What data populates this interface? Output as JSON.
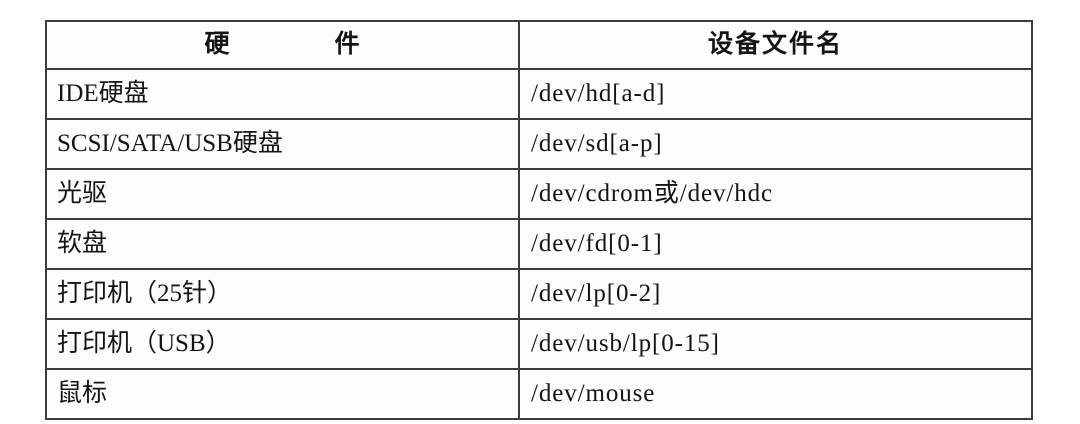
{
  "table": {
    "headers": {
      "hardware": "硬　　　　件",
      "device_file": "设备文件名"
    },
    "rows": [
      {
        "hardware": "IDE硬盘",
        "device_file": "/dev/hd[a-d]"
      },
      {
        "hardware": "SCSI/SATA/USB硬盘",
        "device_file": "/dev/sd[a-p]"
      },
      {
        "hardware": "光驱",
        "device_file": "/dev/cdrom或/dev/hdc"
      },
      {
        "hardware": "软盘",
        "device_file": "/dev/fd[0-1]"
      },
      {
        "hardware": "打印机（25针）",
        "device_file": "/dev/lp[0-2]"
      },
      {
        "hardware": "打印机（USB）",
        "device_file": "/dev/usb/lp[0-15]"
      },
      {
        "hardware": "鼠标",
        "device_file": "/dev/mouse"
      }
    ]
  },
  "colors": {
    "border": "#3c3c3c",
    "text": "#141414",
    "cell_background": "#fdfdfd",
    "page_background": "#ffffff"
  }
}
